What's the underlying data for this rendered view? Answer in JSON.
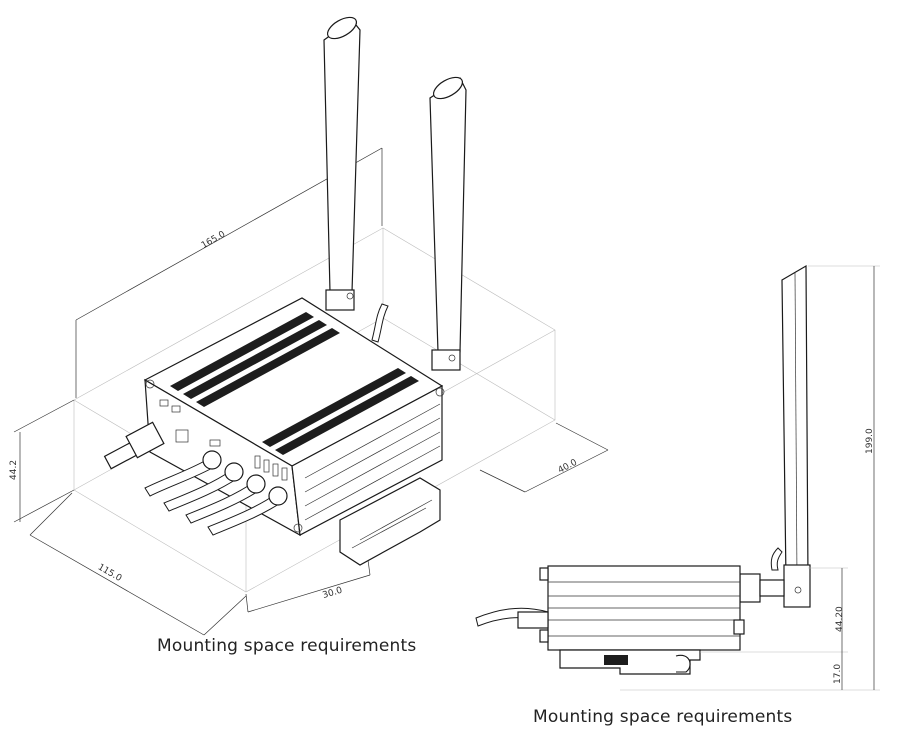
{
  "captions": {
    "left": "Mounting space requirements",
    "right": "Mounting space requirements"
  },
  "dimensions": {
    "length": "165.0",
    "height": "44.2",
    "width": "115.0",
    "depth_front": "30.0",
    "depth_rear": "40.0",
    "antenna_total": "199.0",
    "side_height": "44.20",
    "rail_height": "17.0"
  }
}
